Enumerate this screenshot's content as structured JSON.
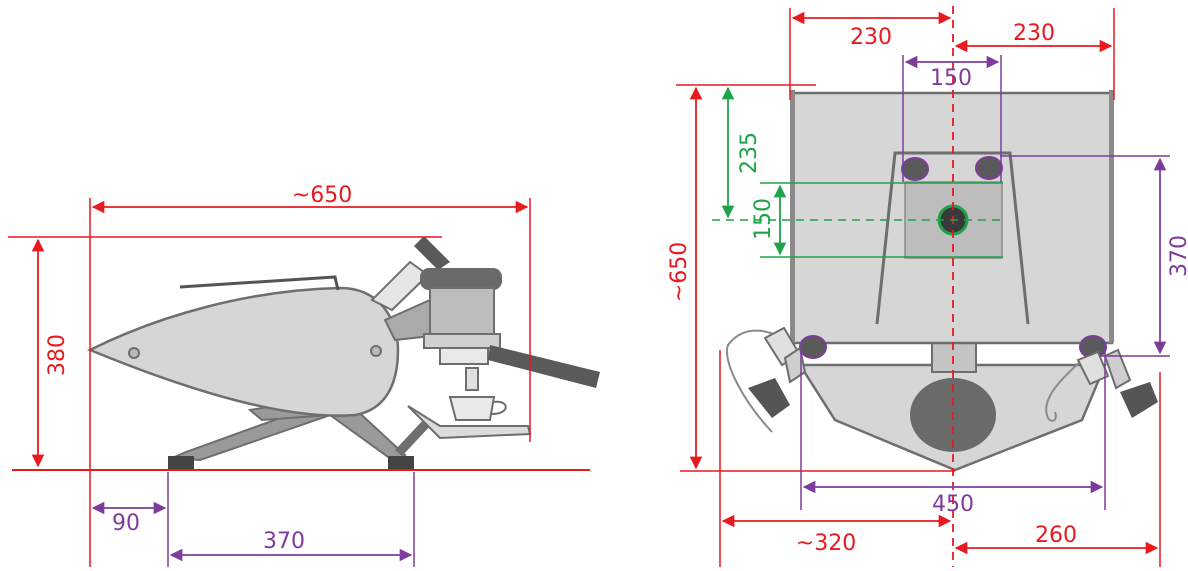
{
  "side_view": {
    "length_label": "~650",
    "height_label": "380",
    "foot_offset_label": "90",
    "foot_spacing_label": "370"
  },
  "top_view": {
    "half_width_left_label": "230",
    "half_width_right_label": "230",
    "handle_spacing_label": "150",
    "green_offset_label": "235",
    "green_size_label": "150",
    "depth_label": "~650",
    "feet_depth_label": "370",
    "feet_width_label": "450",
    "rear_left_label": "~320",
    "rear_right_label": "260"
  },
  "colors": {
    "red": "#e8191f",
    "purple": "#7d3c9b",
    "green": "#1ea34a",
    "body_fill": "#d6d6d6",
    "outline": "#6e6e6e"
  }
}
